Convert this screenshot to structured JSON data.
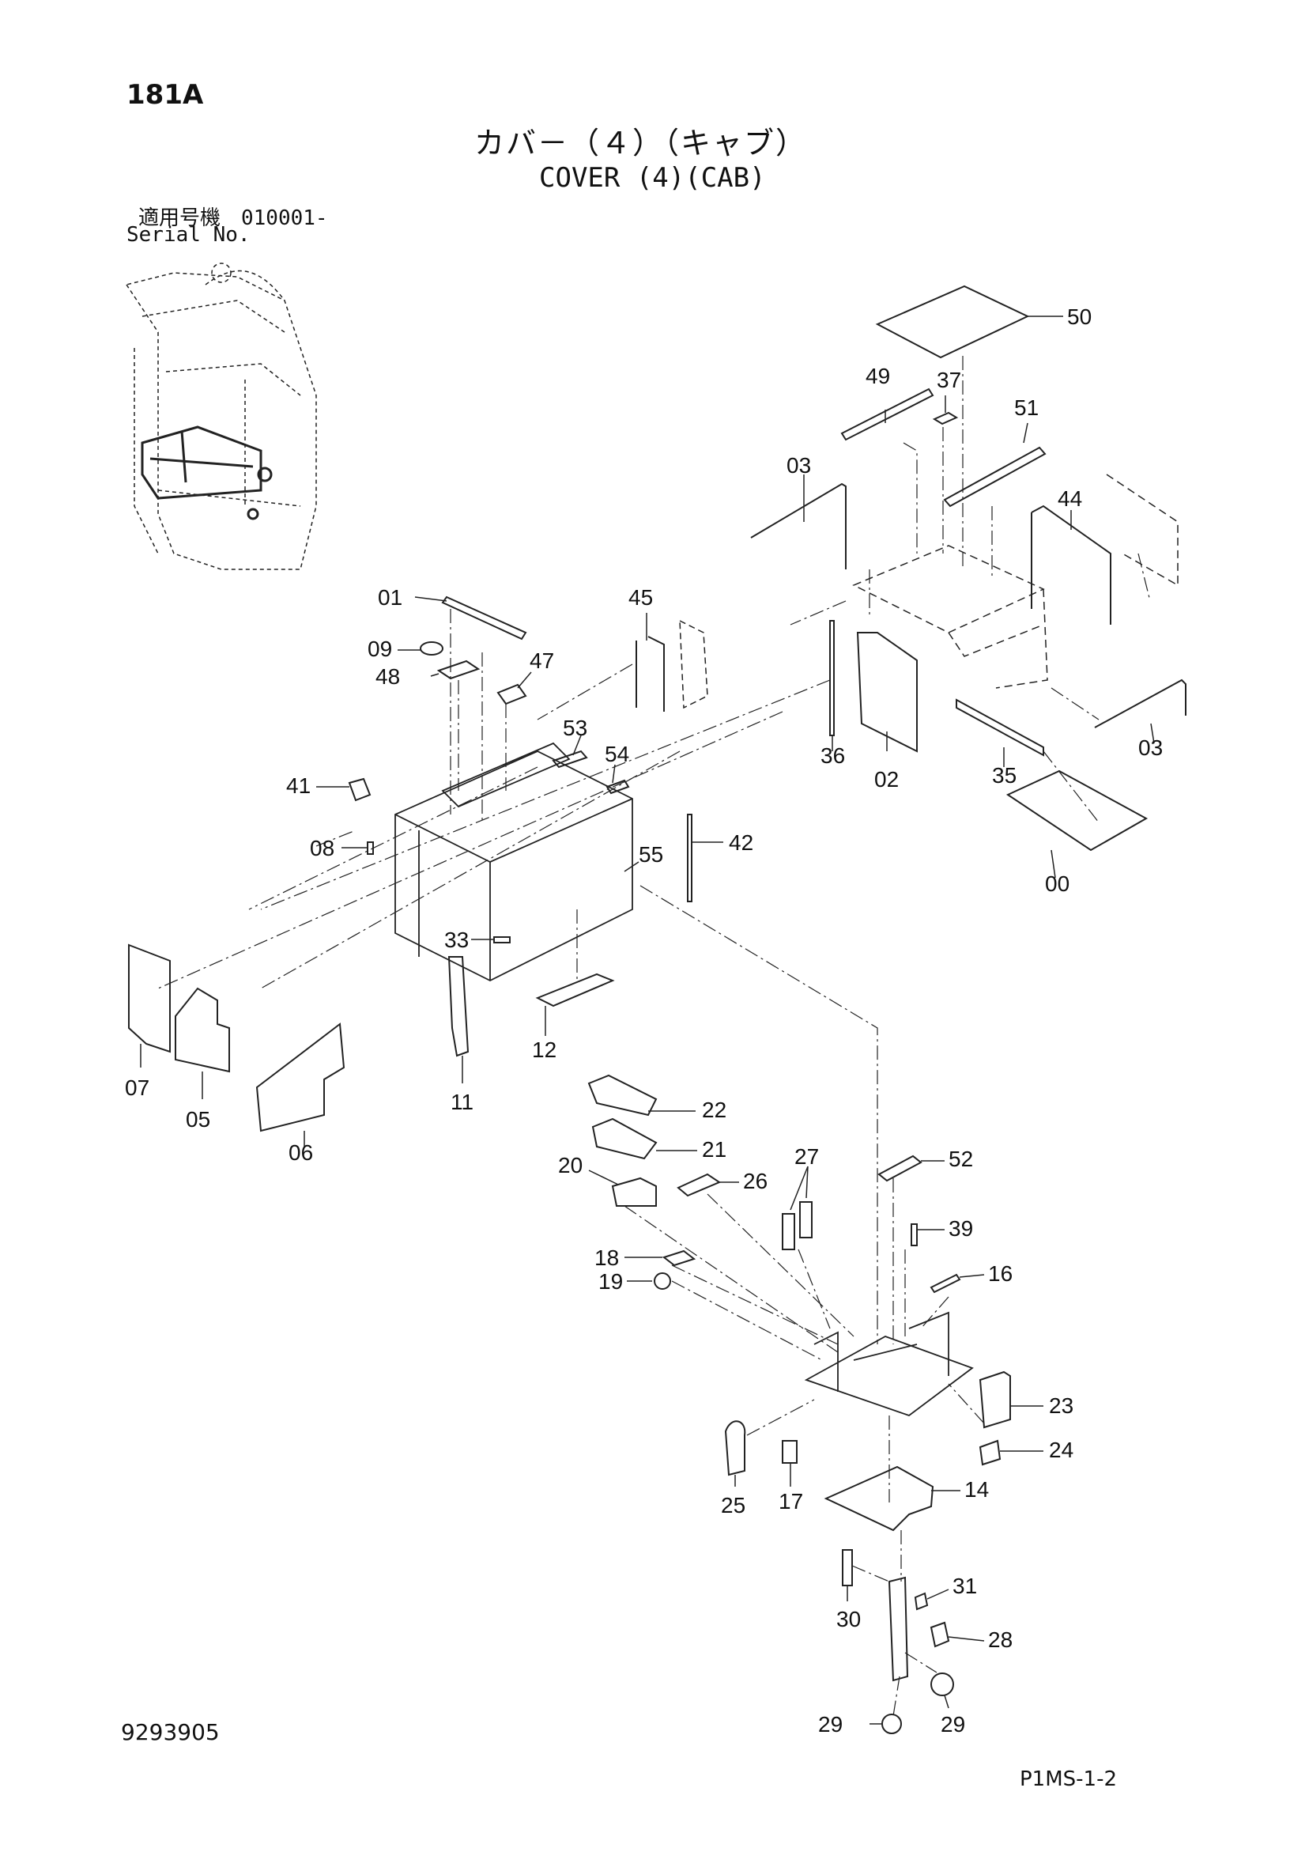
{
  "header": {
    "page_code": "181A",
    "title_jp": "カバ－（４）（キャブ）",
    "title_en": "COVER (4)(CAB)",
    "serial_label_jp": "適用号機　010001-",
    "serial_label_en": "Serial No."
  },
  "footer": {
    "doc_number": "9293905",
    "page_ref": "P1MS-1-2"
  },
  "parts": [
    "50",
    "49",
    "37",
    "51",
    "03",
    "44",
    "01",
    "45",
    "09",
    "47",
    "48",
    "53",
    "54",
    "41",
    "08",
    "55",
    "42",
    "36",
    "02",
    "35",
    "03",
    "00",
    "33",
    "12",
    "07",
    "05",
    "06",
    "11",
    "22",
    "21",
    "20",
    "26",
    "27",
    "52",
    "39",
    "18",
    "16",
    "19",
    "23",
    "24",
    "25",
    "17",
    "14",
    "31",
    "30",
    "28",
    "29",
    "29"
  ]
}
